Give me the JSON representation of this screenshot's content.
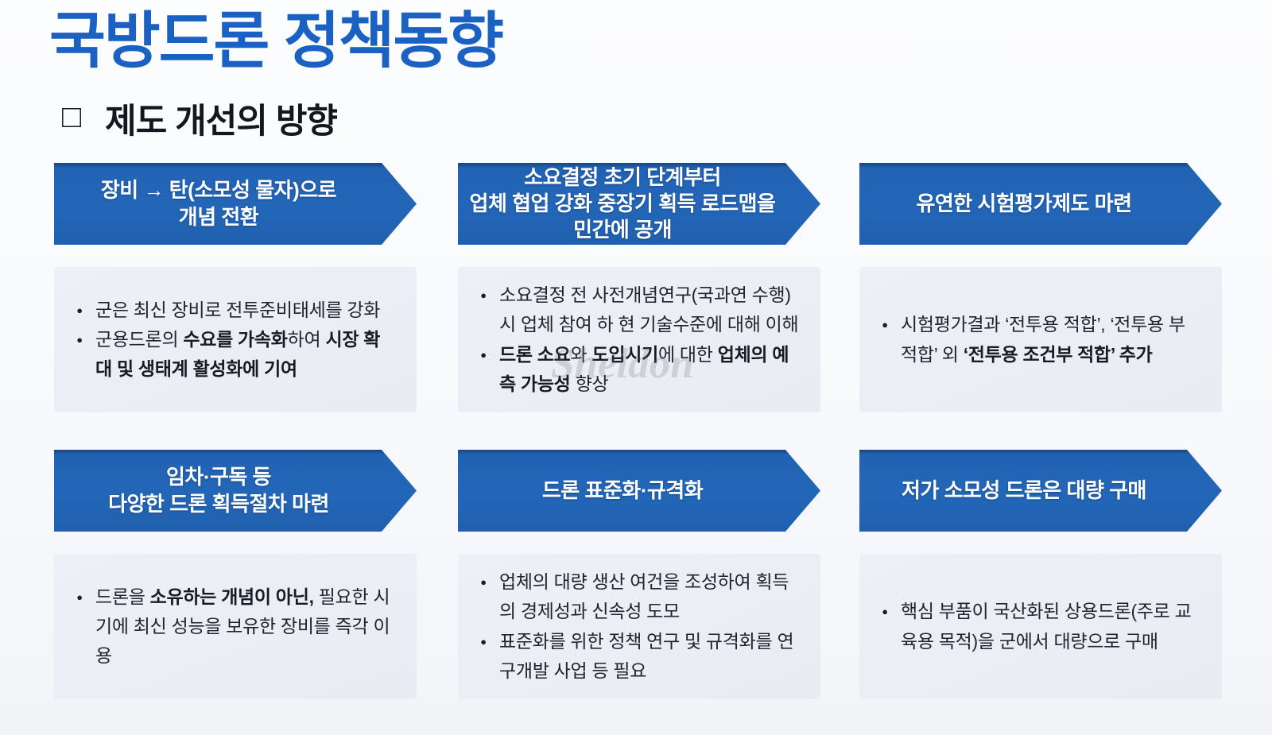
{
  "page": {
    "title": "국방드론 정책동향",
    "section_marker": "□",
    "section_heading": "제도 개선의 방향",
    "watermark": "Sheldon"
  },
  "colors": {
    "title_blue": "#1b61c4",
    "banner_blue": "#2262b3",
    "banner_edge_dark": "#17447f",
    "box_background": "#ebeef4",
    "page_background": "#fbfcfe",
    "body_text": "#20242e"
  },
  "layout_cards": [
    {
      "col": 0,
      "row": 0
    },
    {
      "col": 1,
      "row": 0
    },
    {
      "col": 2,
      "row": 0
    },
    {
      "col": 0,
      "row": 1
    },
    {
      "col": 1,
      "row": 1
    },
    {
      "col": 2,
      "row": 1
    }
  ],
  "cards": [
    {
      "id": "concept-shift",
      "banner_lines": [
        "장비 → 탄(소모성 물자)으로",
        "개념 전환"
      ],
      "bullets": [
        [
          {
            "text": "군은 최신 장비로 전투준비태세를 강화",
            "bold": false
          }
        ],
        [
          {
            "text": "군용드론의 ",
            "bold": false
          },
          {
            "text": "수요를 가속화",
            "bold": true
          },
          {
            "text": "하여 ",
            "bold": false
          },
          {
            "text": "시장 확대 및 생태계 활성화에 기여",
            "bold": true
          }
        ]
      ]
    },
    {
      "id": "early-industry-collab",
      "banner_lines": [
        "소요결정 초기 단계부터",
        "업체 협업 강화 중장기 획득 로드맵을",
        "민간에 공개"
      ],
      "bullets": [
        [
          {
            "text": "소요결정 전 사전개념연구(국과연 수행) 시 업체 참여 하 현 기술수준에 대해 이해",
            "bold": false
          }
        ],
        [
          {
            "text": "드론 소요",
            "bold": true
          },
          {
            "text": "와 ",
            "bold": false
          },
          {
            "text": "도입시기",
            "bold": true
          },
          {
            "text": "에 대한 ",
            "bold": false
          },
          {
            "text": "업체의 예측 가능성",
            "bold": true
          },
          {
            "text": " 향상",
            "bold": false
          }
        ]
      ]
    },
    {
      "id": "flexible-test-eval",
      "banner_lines": [
        "유연한 시험평가제도 마련"
      ],
      "bullets": [
        [
          {
            "text": "시험평가결과 ‘전투용 적합’, ‘전투용 부적합’ 외 ",
            "bold": false
          },
          {
            "text": "‘전투용 조건부 적합’ 추가",
            "bold": true
          }
        ]
      ]
    },
    {
      "id": "lease-subscription",
      "banner_lines": [
        "임차·구독 등",
        "다양한 드론 획득절차 마련"
      ],
      "bullets": [
        [
          {
            "text": "드론을 ",
            "bold": false
          },
          {
            "text": "소유하는 개념이 아닌,",
            "bold": true
          },
          {
            "text": " 필요한 시기에 최신 성능을 보유한 장비를 즉각 이용",
            "bold": false
          }
        ]
      ]
    },
    {
      "id": "standardization",
      "banner_lines": [
        "드론 표준화·규격화"
      ],
      "bullets": [
        [
          {
            "text": "업체의 대량 생산 여건을 조성하여 획득의 경제성과 신속성 도모",
            "bold": false
          }
        ],
        [
          {
            "text": "표준화를 위한 정책 연구 및 규격화를 연구개발 사업 등 필요",
            "bold": false
          }
        ]
      ]
    },
    {
      "id": "bulk-purchase",
      "banner_lines": [
        "저가 소모성 드론은 대량 구매"
      ],
      "bullets": [
        [
          {
            "text": "핵심 부품이 국산화된 상용드론(주로 교육용 목적)을 군에서 대량으로 구매",
            "bold": false
          }
        ]
      ]
    }
  ]
}
